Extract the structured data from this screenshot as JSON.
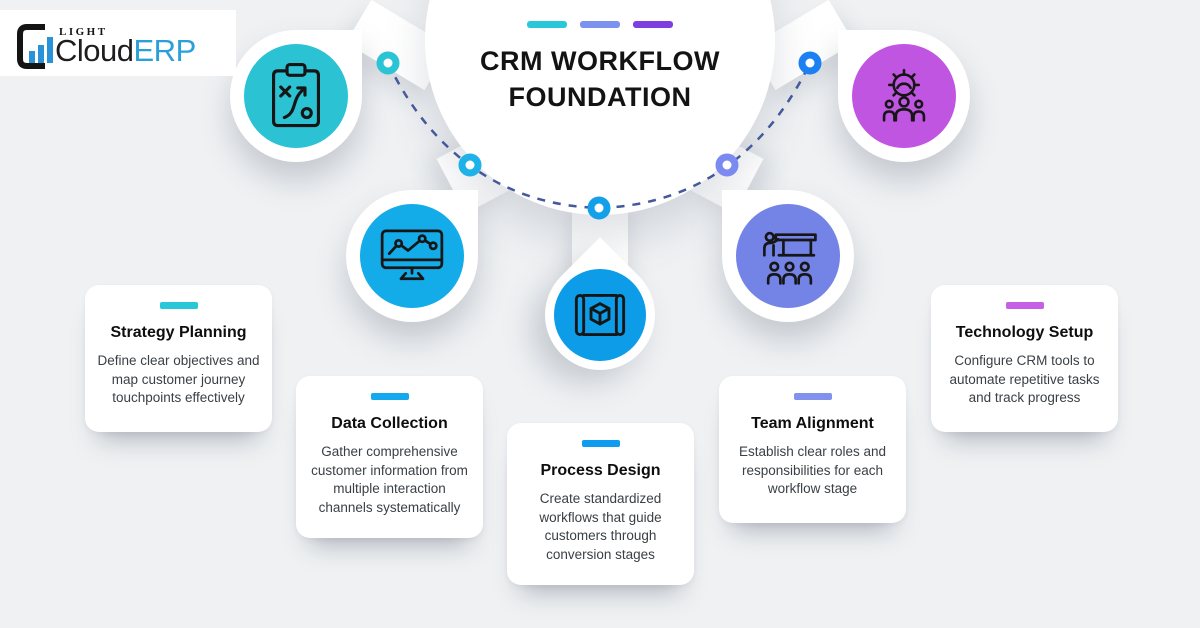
{
  "brand": {
    "light": "LIGHT",
    "cloud": "Cloud",
    "erp": "ERP"
  },
  "header": {
    "title_line1": "CRM WORKFLOW",
    "title_line2": "FOUNDATION",
    "dash_colors": [
      "#29c8d8",
      "#7d92ee",
      "#7e3fe0"
    ]
  },
  "arc": {
    "dash_color": "#44599c",
    "node_colors": [
      "#2bc4d5",
      "#1fb2e8",
      "#14a0e8",
      "#7b8af0",
      "#1d80f2"
    ]
  },
  "steps": [
    {
      "name": "Strategy Planning",
      "description": "Define clear objectives and map customer journey touchpoints effectively",
      "accent": "#29c8d8",
      "circle_color": "#2bc3d4",
      "icon": "strategy-clipboard-icon"
    },
    {
      "name": "Data Collection",
      "description": "Gather comprehensive customer information from multiple interaction channels systematically",
      "accent": "#14a9ef",
      "circle_color": "#14abe9",
      "icon": "monitor-analytics-icon"
    },
    {
      "name": "Process Design",
      "description": "Create standardized workflows that guide customers through conversion stages",
      "accent": "#0f9cf0",
      "circle_color": "#0c9ce8",
      "icon": "blueprint-cube-icon"
    },
    {
      "name": "Team Alignment",
      "description": "Establish clear roles and responsibilities for each workflow stage",
      "accent": "#8191ee",
      "circle_color": "#7484e6",
      "icon": "team-presentation-icon"
    },
    {
      "name": "Technology Setup",
      "description": "Configure CRM tools to automate repetitive tasks and track progress",
      "accent": "#c45fe6",
      "circle_color": "#c055e2",
      "icon": "gear-team-icon"
    }
  ]
}
